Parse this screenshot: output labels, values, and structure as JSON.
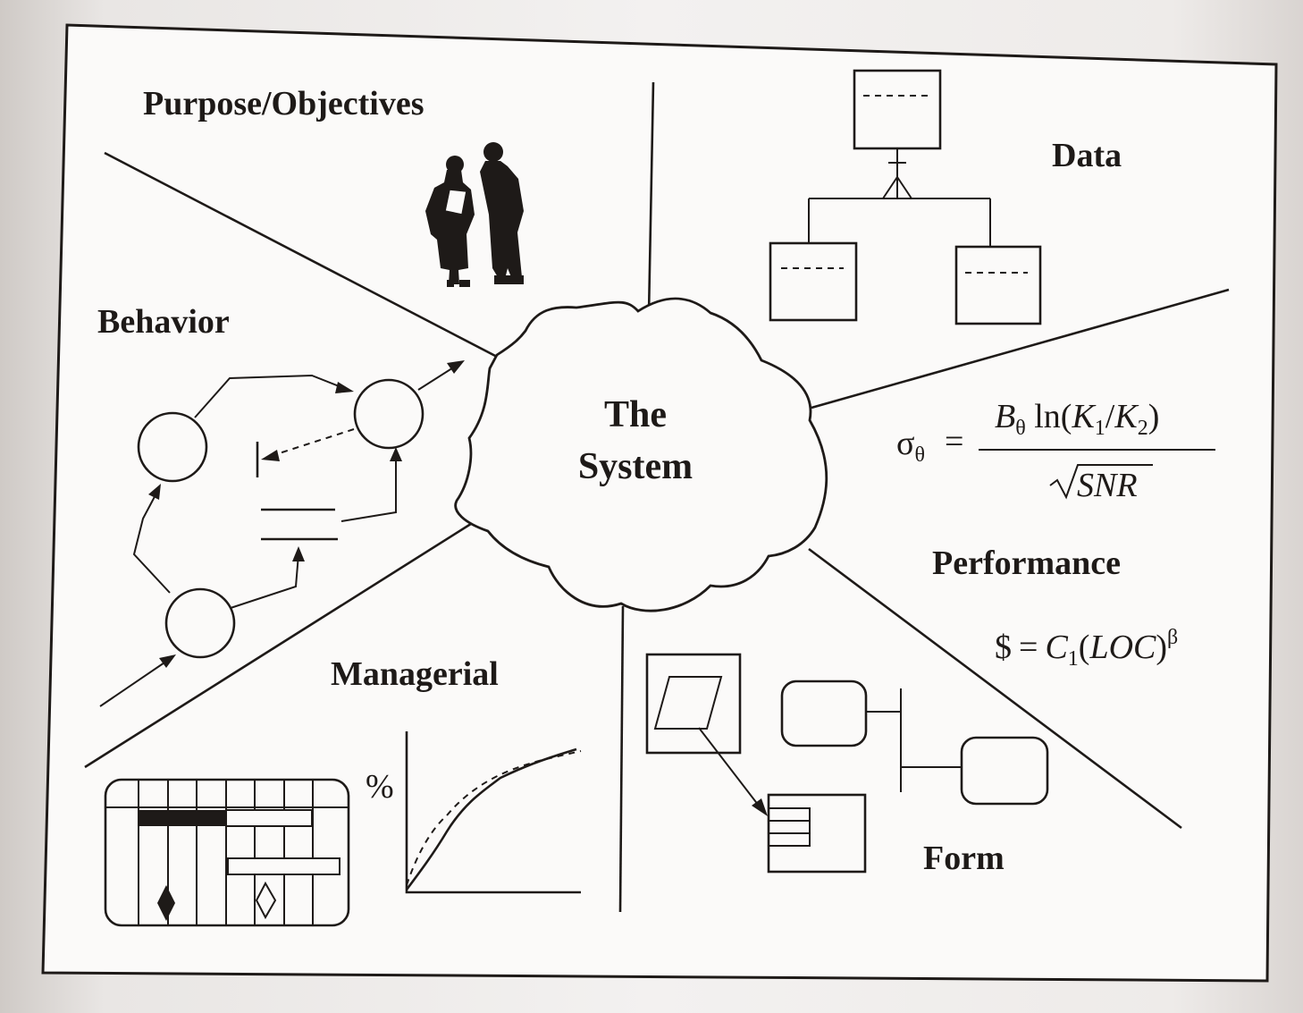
{
  "center": {
    "line1": "The",
    "line2": "System"
  },
  "labels": {
    "purpose": "Purpose/Objectives",
    "data": "Data",
    "behavior": "Behavior",
    "performance": "Performance",
    "managerial": "Managerial",
    "form": "Form"
  },
  "formula1": {
    "lhs": "σ",
    "lhs_sub": "θ",
    "equals": "=",
    "num_B": "B",
    "num_B_sub": "θ",
    "num_ln": " ln(",
    "num_K1": "K",
    "num_K1_sub": "1",
    "num_slash": "/",
    "num_K2": "K",
    "num_K2_sub": "2",
    "num_close": ")",
    "den": "SNR"
  },
  "formula2": {
    "lhs": "$",
    "equals": "=",
    "C": "C",
    "C_sub": "1",
    "open": "(",
    "loc": "LOC",
    "close": ")",
    "exp": "β"
  },
  "managerial_chart": {
    "axis_label": "%"
  }
}
